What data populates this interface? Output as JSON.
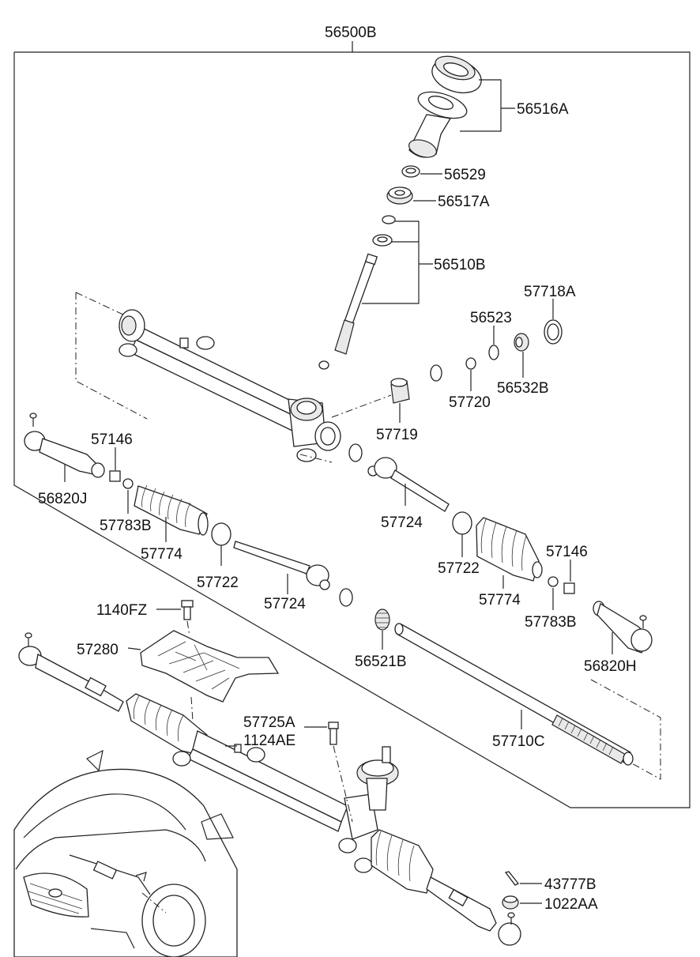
{
  "assembly_label": "56500B",
  "part_labels": {
    "p56516A": "56516A",
    "p56529": "56529",
    "p56517A": "56517A",
    "p56510B": "56510B",
    "p57718A": "57718A",
    "p56523": "56523",
    "p56532B": "56532B",
    "p57720": "57720",
    "p57719": "57719",
    "p57146_left": "57146",
    "p56820J": "56820J",
    "p57783B_left": "57783B",
    "p57774_left": "57774",
    "p57724_right": "57724",
    "p57722_right": "57722",
    "p57146_right": "57146",
    "p57774_right": "57774",
    "p57783B_right": "57783B",
    "p57722_left": "57722",
    "p57724_left": "57724",
    "p1140FZ": "1140FZ",
    "p57280": "57280",
    "p56521B": "56521B",
    "p56820H": "56820H",
    "p57725A": "57725A",
    "p1124AE": "1124AE",
    "p57710C": "57710C",
    "p43777B": "43777B",
    "p1022AA": "1022AA"
  },
  "icons": [
    "steering-rack-housing",
    "pinion-shaft",
    "tie-rod-end",
    "bellows-boot",
    "inner-tie-rod",
    "rack-bar",
    "heat-protector",
    "vehicle-locator"
  ]
}
